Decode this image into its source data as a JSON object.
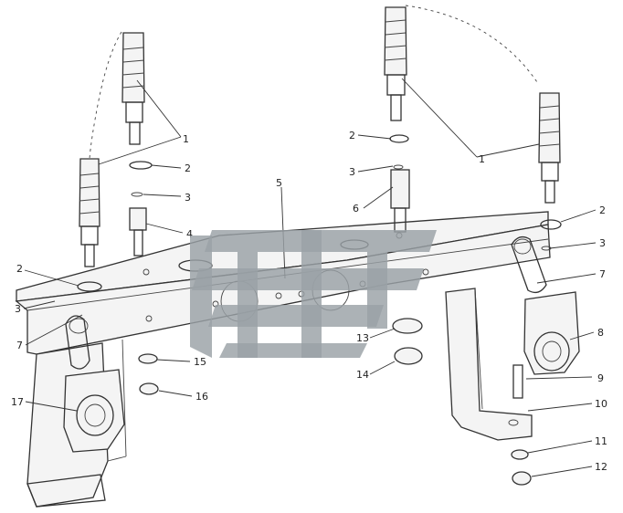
{
  "callouts": [
    {
      "id": "c1a",
      "label": "1"
    },
    {
      "id": "c1b",
      "label": "1"
    },
    {
      "id": "c2a",
      "label": "2"
    },
    {
      "id": "c2b",
      "label": "2"
    },
    {
      "id": "c2c",
      "label": "2"
    },
    {
      "id": "c2d",
      "label": "2"
    },
    {
      "id": "c3a",
      "label": "3"
    },
    {
      "id": "c3b",
      "label": "3"
    },
    {
      "id": "c3c",
      "label": "3"
    },
    {
      "id": "c3d",
      "label": "3"
    },
    {
      "id": "c4",
      "label": "4"
    },
    {
      "id": "c5",
      "label": "5"
    },
    {
      "id": "c6",
      "label": "6"
    },
    {
      "id": "c7a",
      "label": "7"
    },
    {
      "id": "c7b",
      "label": "7"
    },
    {
      "id": "c8",
      "label": "8"
    },
    {
      "id": "c9",
      "label": "9"
    },
    {
      "id": "c10",
      "label": "10"
    },
    {
      "id": "c11",
      "label": "11"
    },
    {
      "id": "c12",
      "label": "12"
    },
    {
      "id": "c13",
      "label": "13"
    },
    {
      "id": "c14",
      "label": "14"
    },
    {
      "id": "c15",
      "label": "15"
    },
    {
      "id": "c16",
      "label": "16"
    },
    {
      "id": "c17",
      "label": "17"
    }
  ],
  "colors": {
    "line": "#333333",
    "watermark": "#9aa1a6",
    "background": "#ffffff"
  }
}
